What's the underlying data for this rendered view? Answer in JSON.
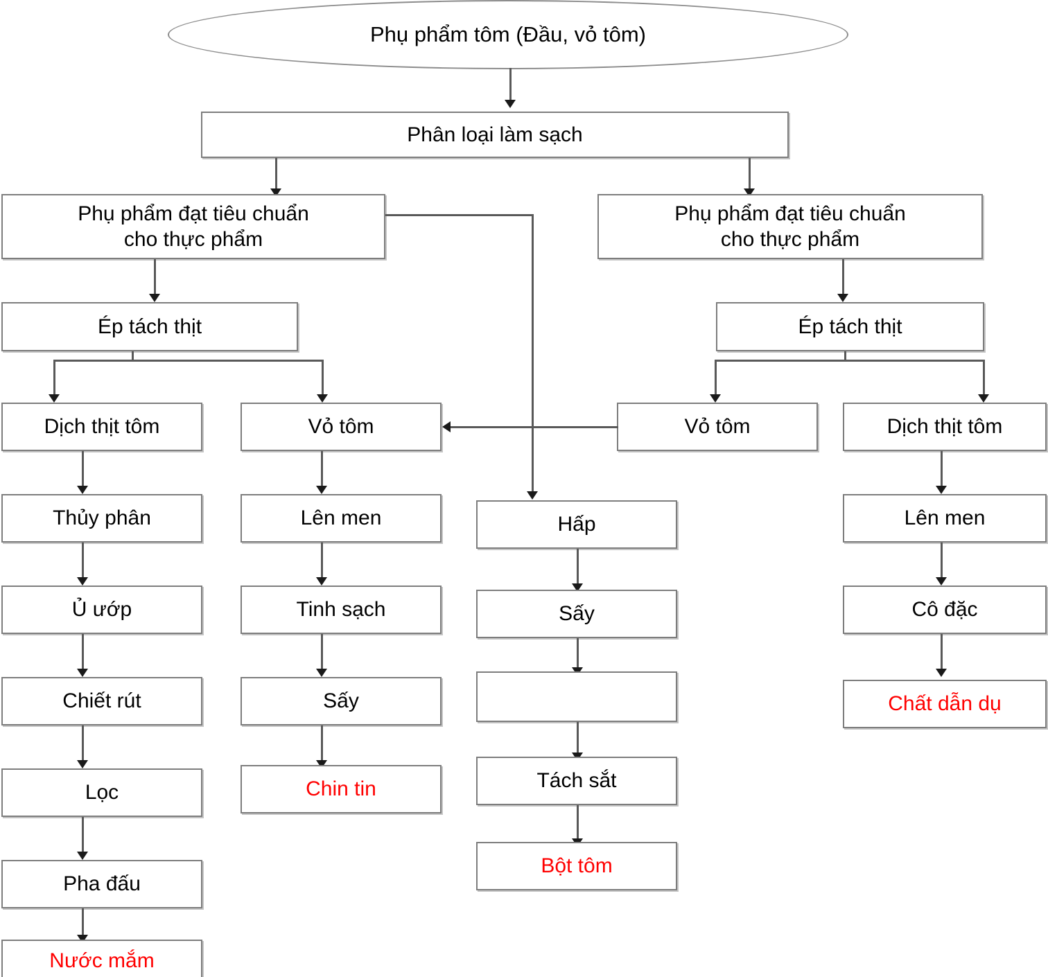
{
  "diagram": {
    "title": "Shrimp by-product processing flowchart",
    "colors": {
      "box_border": "#7d7d7d",
      "connector": "#595959",
      "product_text": "#ff0000",
      "process_text": "#000000",
      "background": "#ffffff"
    },
    "start_node": {
      "label": "Phụ phẩm tôm (Đầu, vỏ tôm)",
      "shape": "ellipse"
    },
    "nodes": [
      {
        "id": "phan-loai",
        "label": "Phân loại làm sạch",
        "type": "process"
      },
      {
        "id": "chuan-left",
        "label": "Phụ phẩm đạt tiêu chuẩn\ncho thực phẩm",
        "line1": "Phụ phẩm đạt tiêu chuẩn",
        "line2": "cho thực phẩm",
        "type": "process"
      },
      {
        "id": "chuan-right",
        "label": "Phụ phẩm đạt tiêu chuẩn\ncho thực phẩm",
        "line1": "Phụ phẩm đạt tiêu chuẩn",
        "line2": "cho thực phẩm",
        "type": "process"
      },
      {
        "id": "ep-left",
        "label": "Ép tách thịt",
        "type": "process"
      },
      {
        "id": "ep-right",
        "label": "Ép tách thịt",
        "type": "process"
      },
      {
        "id": "dich-left",
        "label": "Dịch thịt tôm",
        "type": "process"
      },
      {
        "id": "vo-left",
        "label": "Vỏ tôm",
        "type": "process"
      },
      {
        "id": "vo-right",
        "label": "Vỏ tôm",
        "type": "process"
      },
      {
        "id": "dich-right",
        "label": "Dịch thịt tôm",
        "type": "process"
      },
      {
        "id": "thuy-phan",
        "label": "Thủy phân",
        "type": "process"
      },
      {
        "id": "u-uop",
        "label": "Ủ ướp",
        "type": "process"
      },
      {
        "id": "chiet-rut",
        "label": "Chiết rút",
        "type": "process"
      },
      {
        "id": "loc",
        "label": "Lọc",
        "type": "process"
      },
      {
        "id": "pha-dau",
        "label": "Pha đấu",
        "type": "process"
      },
      {
        "id": "nuoc-mam",
        "label": "Nước mắm",
        "type": "product"
      },
      {
        "id": "len-men-2",
        "label": "Lên men",
        "type": "process"
      },
      {
        "id": "tinh-sach",
        "label": "Tinh sạch",
        "type": "process"
      },
      {
        "id": "say-2",
        "label": "Sấy",
        "type": "process"
      },
      {
        "id": "chin-tin",
        "label": "Chin tin",
        "type": "product"
      },
      {
        "id": "hap",
        "label": "Hấp",
        "type": "process"
      },
      {
        "id": "say-3",
        "label": "Sấy",
        "type": "process"
      },
      {
        "id": "blank-3",
        "label": "",
        "type": "process"
      },
      {
        "id": "tach-sat",
        "label": "Tách sắt",
        "type": "process"
      },
      {
        "id": "bot-tom",
        "label": "Bột tôm",
        "type": "product"
      },
      {
        "id": "len-men-4",
        "label": "Lên men",
        "type": "process"
      },
      {
        "id": "co-dac",
        "label": "Cô đặc",
        "type": "process"
      },
      {
        "id": "chat-dan-du",
        "label": "Chất dẫn dụ",
        "type": "product"
      }
    ],
    "edges": [
      {
        "from": "start",
        "to": "phan-loai"
      },
      {
        "from": "phan-loai",
        "to": "chuan-left"
      },
      {
        "from": "phan-loai",
        "to": "chuan-right"
      },
      {
        "from": "chuan-left",
        "to": "ep-left"
      },
      {
        "from": "chuan-left",
        "to": "hap"
      },
      {
        "from": "chuan-right",
        "to": "ep-right"
      },
      {
        "from": "ep-left",
        "to": "dich-left"
      },
      {
        "from": "ep-left",
        "to": "vo-left"
      },
      {
        "from": "ep-right",
        "to": "vo-right"
      },
      {
        "from": "ep-right",
        "to": "dich-right"
      },
      {
        "from": "vo-right",
        "to": "vo-left"
      },
      {
        "from": "dich-left",
        "to": "thuy-phan"
      },
      {
        "from": "thuy-phan",
        "to": "u-uop"
      },
      {
        "from": "u-uop",
        "to": "chiet-rut"
      },
      {
        "from": "chiet-rut",
        "to": "loc"
      },
      {
        "from": "loc",
        "to": "pha-dau"
      },
      {
        "from": "pha-dau",
        "to": "nuoc-mam"
      },
      {
        "from": "vo-left",
        "to": "len-men-2"
      },
      {
        "from": "len-men-2",
        "to": "tinh-sach"
      },
      {
        "from": "tinh-sach",
        "to": "say-2"
      },
      {
        "from": "say-2",
        "to": "chin-tin"
      },
      {
        "from": "hap",
        "to": "say-3"
      },
      {
        "from": "say-3",
        "to": "blank-3"
      },
      {
        "from": "blank-3",
        "to": "tach-sat"
      },
      {
        "from": "tach-sat",
        "to": "bot-tom"
      },
      {
        "from": "dich-right",
        "to": "len-men-4"
      },
      {
        "from": "len-men-4",
        "to": "co-dac"
      },
      {
        "from": "co-dac",
        "to": "chat-dan-du"
      }
    ]
  }
}
